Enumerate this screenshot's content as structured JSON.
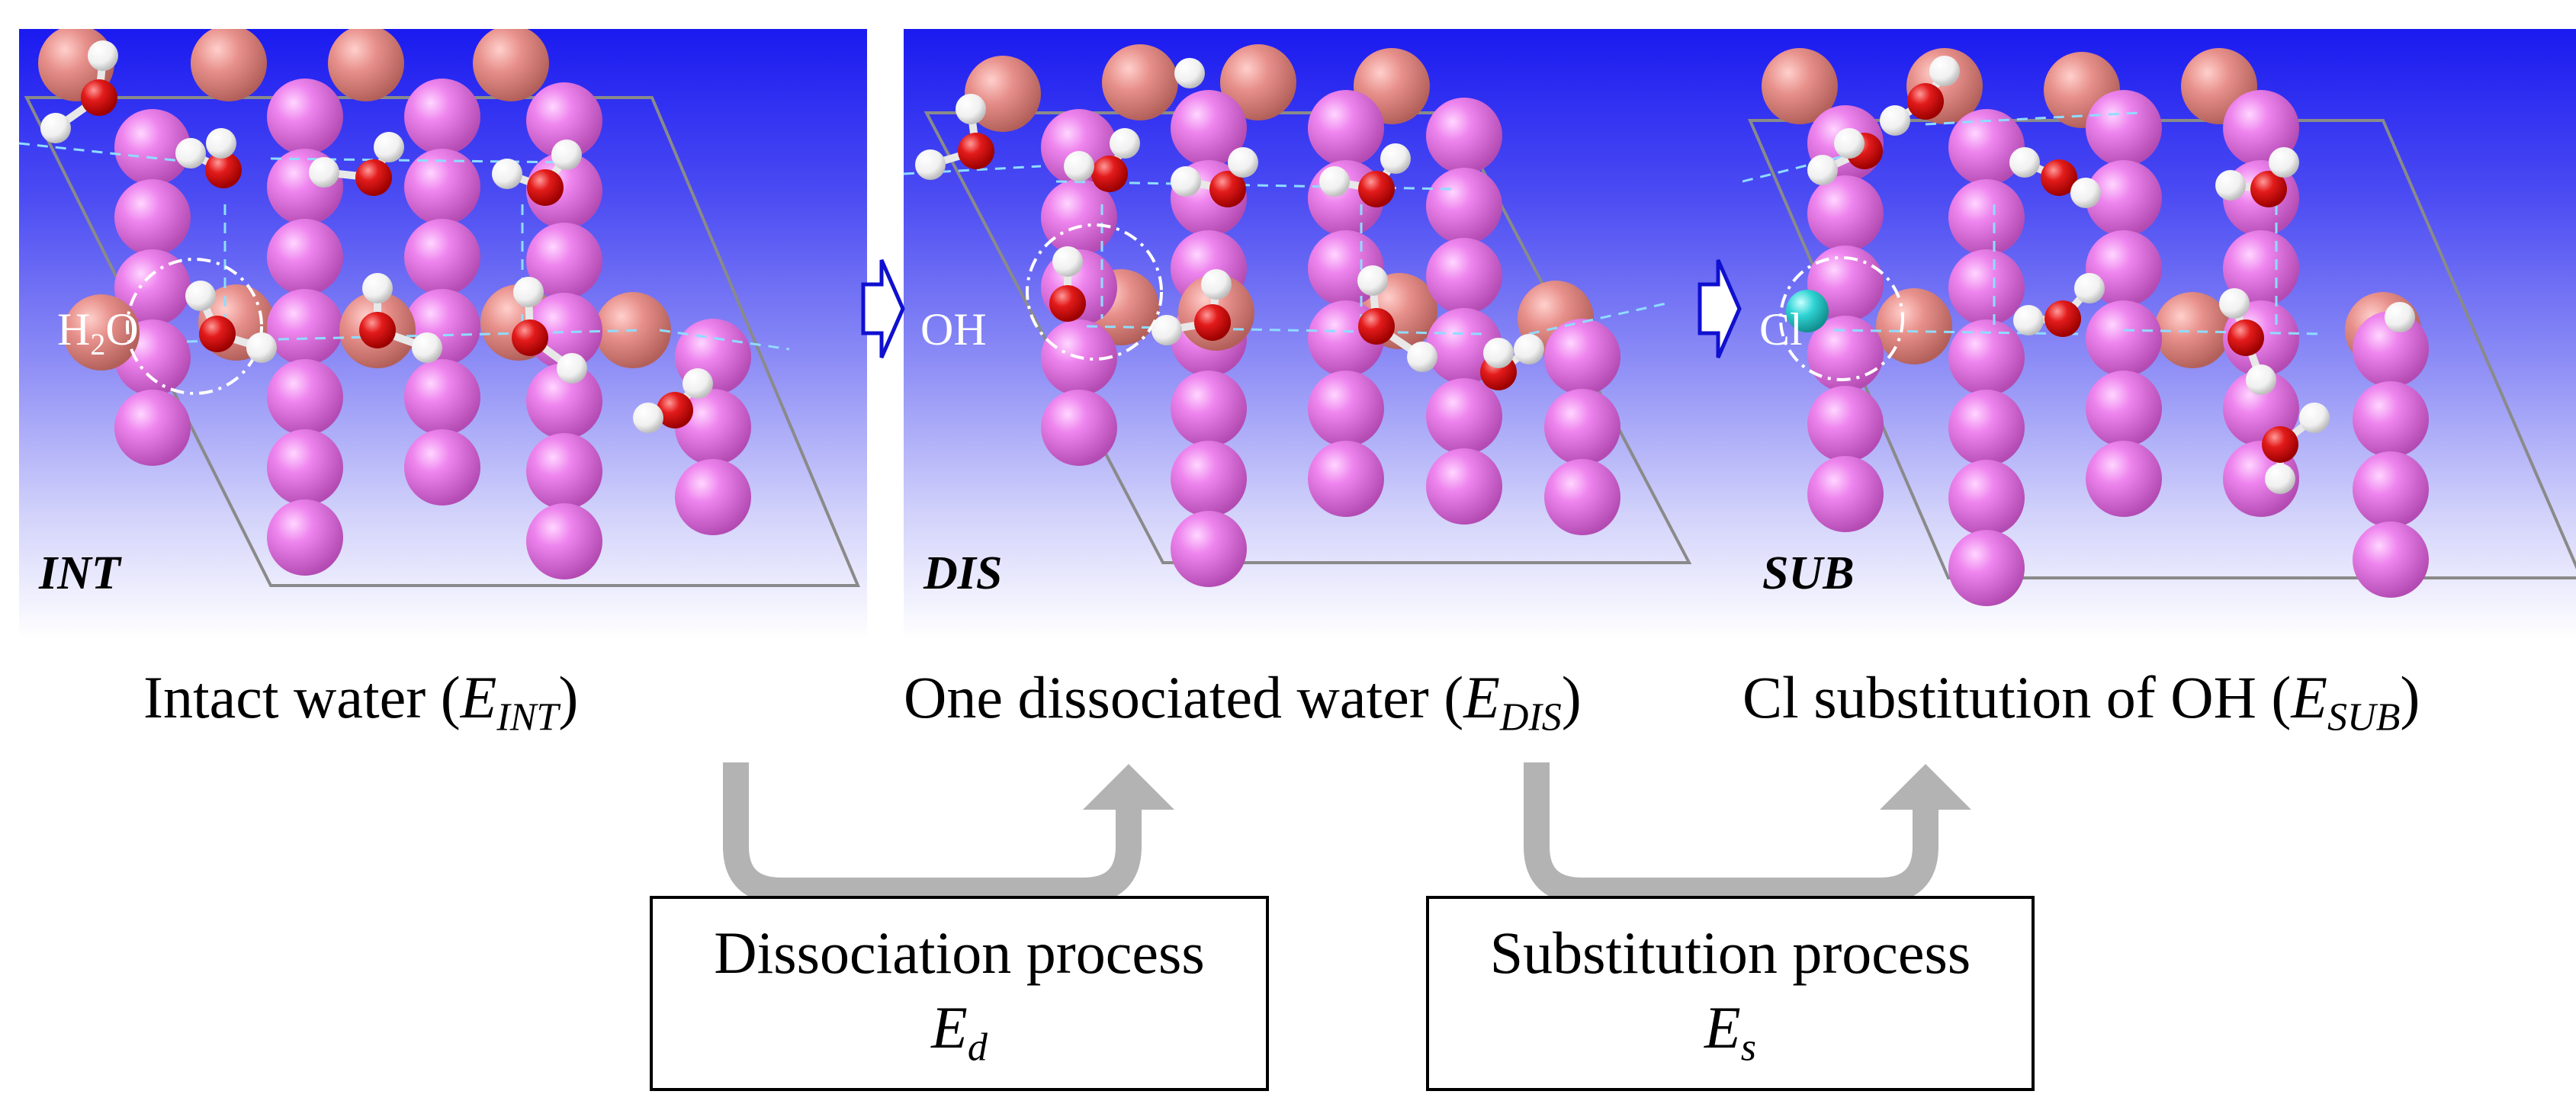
{
  "panels": [
    {
      "tag": "INT",
      "site_label": "H",
      "site_label_sub": "2",
      "site_label_tail": "O"
    },
    {
      "tag": "DIS",
      "site_label": "OH",
      "site_label_sub": "",
      "site_label_tail": ""
    },
    {
      "tag": "SUB",
      "site_label": "Cl",
      "site_label_sub": "",
      "site_label_tail": ""
    }
  ],
  "captions": [
    {
      "text": "Intact water (",
      "symbol": "E",
      "subscript": "INT",
      "close": ")"
    },
    {
      "text": "One dissociated water (",
      "symbol": "E",
      "subscript": "DIS",
      "close": ")"
    },
    {
      "text": "Cl substitution of OH (",
      "symbol": "E",
      "subscript": "SUB",
      "close": ")"
    }
  ],
  "processes": [
    {
      "name": "Dissociation process",
      "symbol": "E",
      "subscript": "d"
    },
    {
      "name": "Substitution process",
      "symbol": "E",
      "subscript": "s"
    }
  ],
  "colors": {
    "metal_atom": "#e97be9",
    "surface_atom": "#e8918c",
    "oxygen": "#e31b1b",
    "hydrogen": "#ffffff",
    "chlorine": "#2fd3d3",
    "hbond": "#7fd8ff",
    "cell_outline": "#888888",
    "flow_arrow": "#b3b3b3",
    "step_arrow": "#1010d0"
  }
}
